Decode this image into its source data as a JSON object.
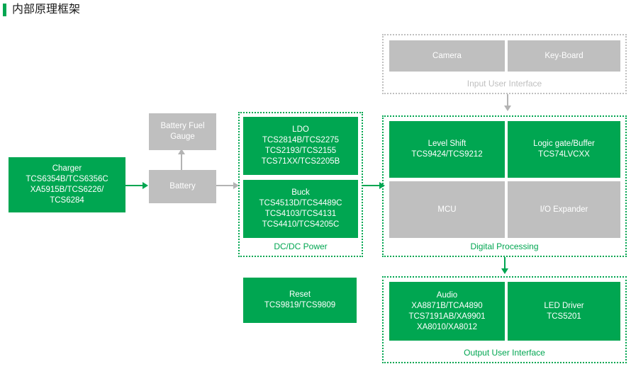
{
  "header": {
    "title": "内部原理框架",
    "accent_color": "#00a651"
  },
  "colors": {
    "green": "#00a651",
    "gray": "#bfbfbf",
    "connector_gray": "#b3b3b3",
    "background": "#ffffff",
    "title_text": "#1a1a1a"
  },
  "blocks": {
    "charger": "Charger\nTCS6354B/TCS6356C\nXA5915B/TCS6226/\nTCS6284",
    "battery_fuel_gauge": "Battery Fuel\nGauge",
    "battery": "Battery",
    "ldo": "LDO\nTCS2814B/TCS2275\nTCS2193/TCS2155\nTCS71XX/TCS2205B",
    "buck": "Buck\nTCS4513D/TCS4489C\nTCS4103/TCS4131\nTCS4410/TCS4205C",
    "reset": "Reset\nTCS9819/TCS9809",
    "camera": "Camera",
    "key_board": "Key-Board",
    "level_shift": "Level Shift\nTCS9424/TCS9212",
    "logic_gate_buffer": "Logic gate/Buffer\nTCS74LVCXX",
    "mcu": "MCU",
    "io_expander": "I/O Expander",
    "audio": "Audio\nXA8871B/TCA4890\nTCS7191AB/XA9901\nXA8010/XA8012",
    "led_driver": "LED Driver\nTCS5201"
  },
  "groups": {
    "dcdc_power": "DC/DC Power",
    "input_user_interface": "Input User Interface",
    "digital_processing": "Digital Processing",
    "output_user_interface": "Output User Interface"
  }
}
